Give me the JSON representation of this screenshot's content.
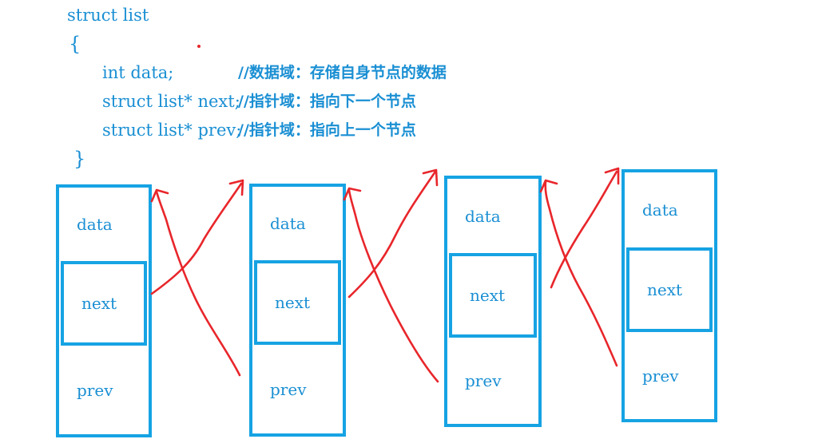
{
  "code": {
    "line_struct": "struct list",
    "open_brace": "{",
    "field_data": "int data;",
    "comment_data": "//数据域：存储自身节点的数据",
    "field_next": "struct list* next;",
    "comment_next": "//指针域：指向下一个节点",
    "field_prev": "struct list* prev;",
    "comment_prev": "//指针域：指向上一个节点",
    "close_brace": "}"
  },
  "nodes": [
    {
      "data": "data",
      "next": "next",
      "prev": "prev"
    },
    {
      "data": "data",
      "next": "next",
      "prev": "prev"
    },
    {
      "data": "data",
      "next": "next",
      "prev": "prev"
    },
    {
      "data": "data",
      "next": "next",
      "prev": "prev"
    }
  ],
  "colors": {
    "box": "#16a3e3",
    "text": "#1a8fd3",
    "arrow": "#e8262b"
  }
}
